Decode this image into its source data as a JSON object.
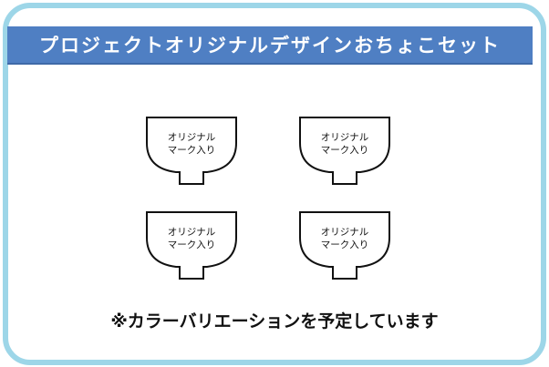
{
  "banner": {
    "title": "プロジェクトオリジナルデザインおちょこセット"
  },
  "bowls": [
    {
      "line1": "オリジナル",
      "line2": "マーク入り"
    },
    {
      "line1": "オリジナル",
      "line2": "マーク入り"
    },
    {
      "line1": "オリジナル",
      "line2": "マーク入り"
    },
    {
      "line1": "オリジナル",
      "line2": "マーク入り"
    }
  ],
  "note": "※カラーバリエーションを予定しています",
  "colors": {
    "frame": "#9dd6e8",
    "banner": "#4f7fc3"
  }
}
